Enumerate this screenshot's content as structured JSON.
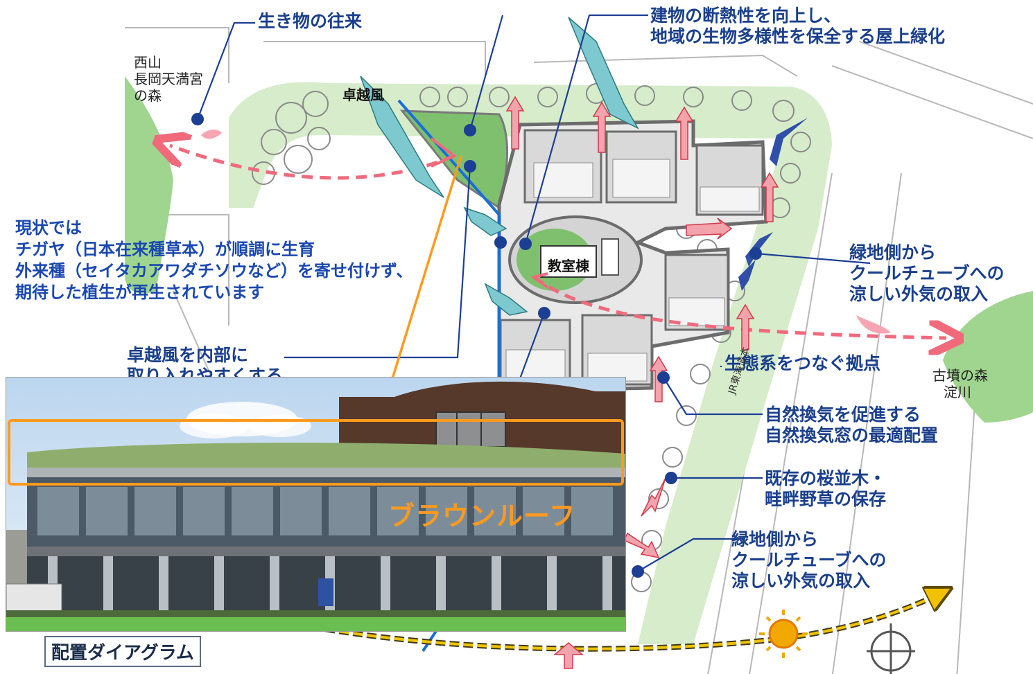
{
  "labels": {
    "creature": "生き物の往来",
    "roof": [
      "建物の断熱性を向上し、",
      "地域の生物多様性を保全する屋上緑化"
    ],
    "cool_tube_right": [
      "緑地側から",
      "クールチューブへの",
      "涼しい外気の取入"
    ],
    "ecosystem": "生態系をつなぐ拠点",
    "ventilation": [
      "自然換気を促進する",
      "自然換気窓の最適配置"
    ],
    "cherry": [
      "既存の桜並木・",
      "畦畔野草の保存"
    ],
    "cool_tube_bottom": [
      "緑地側から",
      "クールチューブへの",
      "涼しい外気の取入"
    ],
    "wind_inside": [
      "卓越風を内部に",
      "取り入れやすくする"
    ]
  },
  "places": {
    "nishiyama": [
      "西山",
      "長岡天満宮",
      "の森"
    ],
    "kofun": [
      "古墳の森",
      "淀川"
    ],
    "classroom": "教室棟",
    "wind": "卓越風",
    "railway": "JR東海道本"
  },
  "note": [
    "現状では",
    "チガヤ（日本在来種草本）が順調に生育",
    "外来種（セイタカアワダチソウなど）を寄せ付けず、",
    "期待した植生が再生されています"
  ],
  "photo_label": "ブラウンルーフ",
  "caption": "配置ダイアグラム",
  "colors": {
    "label_blue": "#1a3f8c",
    "leader": "#1c3f94",
    "green": "#cfe8c4",
    "green_dark": "#7fc06e",
    "ecology_arrow": "#f06a7c",
    "orange": "#ff9a1f",
    "blue_line": "#1a6fd6"
  }
}
